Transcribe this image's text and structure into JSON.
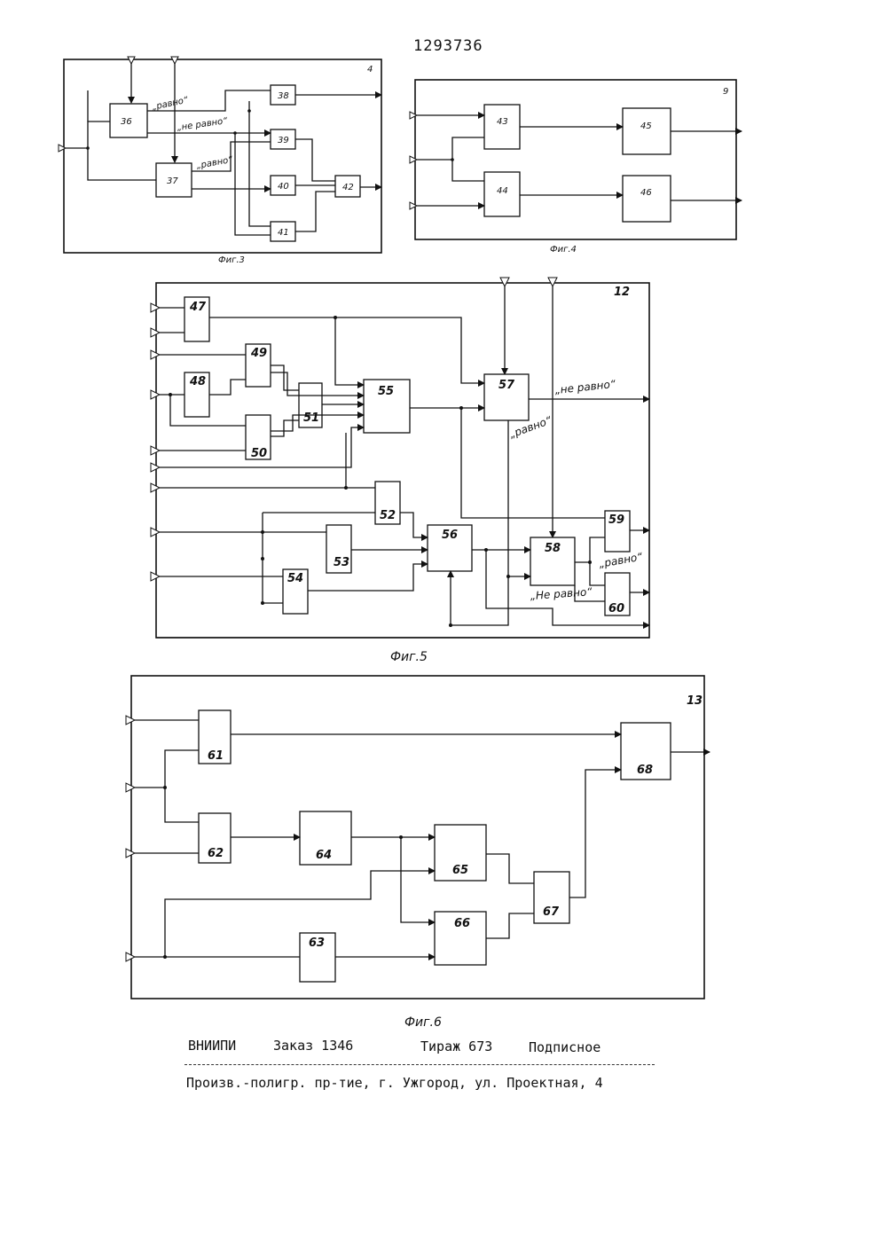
{
  "patent_number": "1293736",
  "fig3": {
    "caption": "Фиг.3",
    "frame_label": "4",
    "blocks": [
      "36",
      "37",
      "38",
      "39",
      "40",
      "41",
      "42"
    ],
    "signals": [
      "„равно“",
      "„не равно“",
      "„равно“"
    ]
  },
  "fig4": {
    "caption": "Фиг.4",
    "frame_label": "9",
    "blocks": [
      "43",
      "45",
      "44",
      "46"
    ]
  },
  "fig5": {
    "caption": "Фиг.5",
    "frame_label": "12",
    "blocks": [
      "47",
      "48",
      "49",
      "50",
      "51",
      "55",
      "57",
      "52",
      "53",
      "54",
      "56",
      "58",
      "59",
      "60"
    ],
    "signals": [
      "„не равно“",
      "„равно“",
      "„равно“",
      "„Не равно“"
    ]
  },
  "fig6": {
    "caption": "Фиг.6",
    "frame_label": "13",
    "blocks": [
      "61",
      "62",
      "63",
      "64",
      "65",
      "66",
      "67",
      "68"
    ]
  },
  "colophon": {
    "org": "ВНИИПИ",
    "order": "Заказ 1346",
    "circulation": "Тираж 673",
    "subscription": "Подписное",
    "address": "Произв.-полигр. пр-тие, г. Ужгород, ул. Проектная, 4"
  }
}
